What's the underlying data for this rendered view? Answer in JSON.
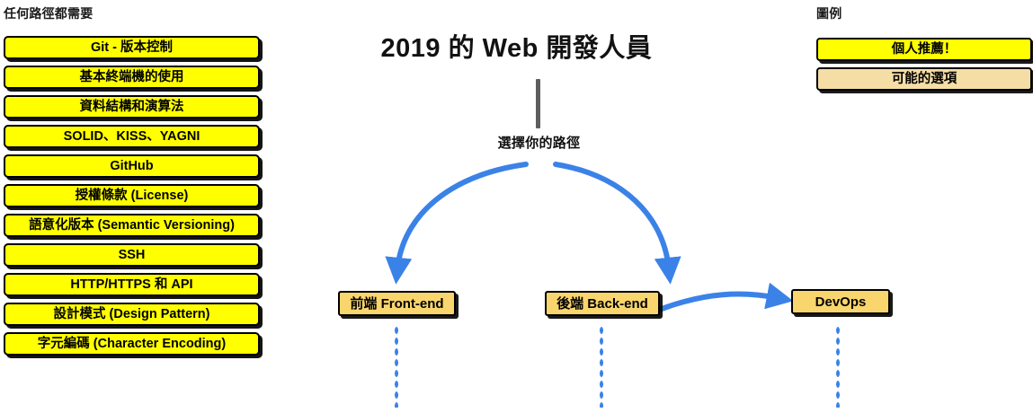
{
  "headings": {
    "required_column": "任何路徑都需要",
    "legend": "圖例"
  },
  "title": {
    "main": "2019 的 Web 開發人員",
    "choose_path": "選擇你的路徑"
  },
  "required_skills": [
    {
      "label": "Git - 版本控制"
    },
    {
      "label": "基本終端機的使用"
    },
    {
      "label": "資料結構和演算法"
    },
    {
      "label": "SOLID、KISS、YAGNI"
    },
    {
      "label": "GitHub"
    },
    {
      "label": "授權條款 (License)"
    },
    {
      "label": "語意化版本 (Semantic Versioning)"
    },
    {
      "label": "SSH"
    },
    {
      "label": "HTTP/HTTPS 和 API"
    },
    {
      "label": "設計模式 (Design Pattern)"
    },
    {
      "label": "字元編碼 (Character Encoding)"
    }
  ],
  "path_nodes": [
    {
      "label": "前端 Front-end"
    },
    {
      "label": "後端 Back-end"
    },
    {
      "label": "DevOps"
    }
  ],
  "legend_items": [
    {
      "label": "個人推薦！"
    },
    {
      "label": "可能的選項"
    }
  ],
  "colors": {
    "recommended": "#FFFF00",
    "optional": "#F5DDA6",
    "node": "#F9D56E",
    "arrow": "#3B82E8",
    "stem": "#5E5E5E",
    "border": "#000000",
    "text": "#000000",
    "background": "#FFFFFF"
  },
  "chart_data": {
    "type": "diagram",
    "title": "2019 的 Web 開發人員",
    "nodes": [
      {
        "id": "root",
        "label": "選擇你的路徑",
        "kind": "decision"
      },
      {
        "id": "frontend",
        "label": "前端 Front-end",
        "kind": "path"
      },
      {
        "id": "backend",
        "label": "後端 Back-end",
        "kind": "path"
      },
      {
        "id": "devops",
        "label": "DevOps",
        "kind": "path"
      }
    ],
    "edges": [
      {
        "from": "root",
        "to": "frontend",
        "style": "curved-arrow"
      },
      {
        "from": "root",
        "to": "backend",
        "style": "curved-arrow"
      },
      {
        "from": "backend",
        "to": "devops",
        "style": "curved-arrow"
      },
      {
        "from": "frontend",
        "to": "continues",
        "style": "dotted"
      },
      {
        "from": "backend",
        "to": "continues",
        "style": "dotted"
      },
      {
        "from": "devops",
        "to": "continues",
        "style": "dotted"
      }
    ]
  }
}
